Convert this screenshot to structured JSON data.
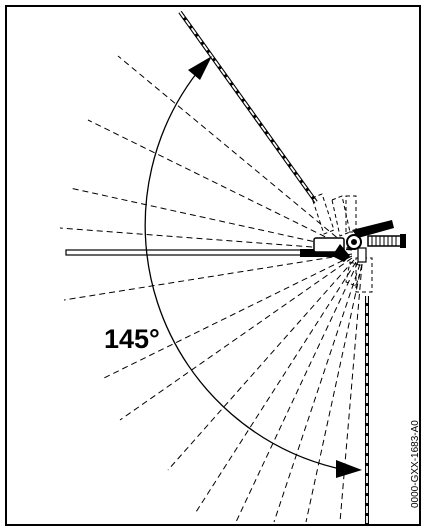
{
  "figure": {
    "angle_label": "145°",
    "code_label": "0000-GXX-1683-A0",
    "swing_angle_degrees": 145,
    "colors": {
      "line": "#000000",
      "background": "#ffffff"
    }
  }
}
